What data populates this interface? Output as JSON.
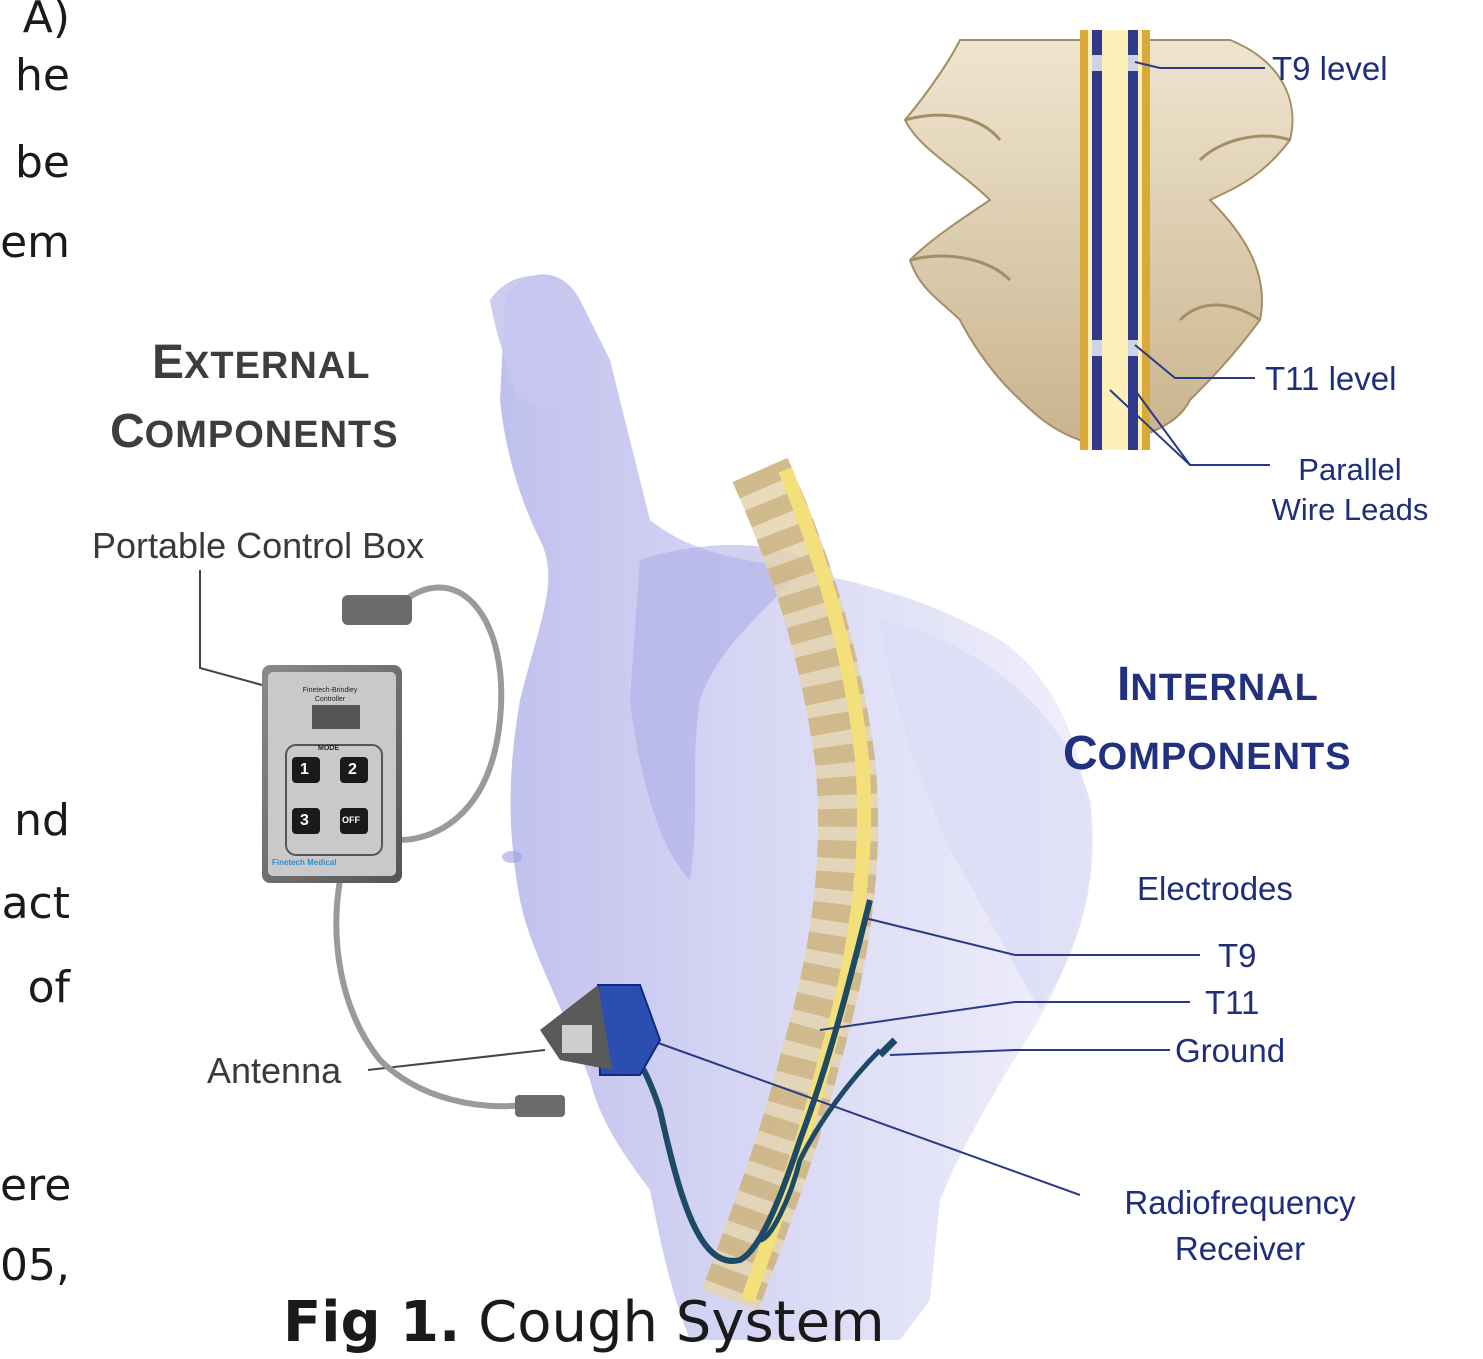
{
  "margin_text": [
    "A)",
    "he",
    "be",
    "em",
    "nd",
    "act",
    "of",
    "ere",
    "05,"
  ],
  "headings": {
    "external_line1_first": "E",
    "external_line1_rest": "XTERNAL",
    "external_line2_first": "C",
    "external_line2_rest": "OMPONENTS",
    "internal_line1_first": "I",
    "internal_line1_rest": "NTERNAL",
    "internal_line2_first": "C",
    "internal_line2_rest": "OMPONENTS"
  },
  "labels": {
    "portable_control_box": "Portable Control Box",
    "antenna": "Antenna",
    "t9_level": "T9 level",
    "t11_level": "T11 level",
    "parallel": "Parallel",
    "wire_leads": "Wire Leads",
    "electrodes": "Electrodes",
    "t9": "T9",
    "t11": "T11",
    "ground": "Ground",
    "radiofrequency": "Radiofrequency",
    "receiver": "Receiver"
  },
  "control_box": {
    "brand_line1": "Finetech-Brindley",
    "brand_line2": "Controller",
    "mode": "MODE",
    "btn1": "1",
    "btn2": "2",
    "btn3": "3",
    "btn_off": "OFF",
    "logo": "Finetech Medical"
  },
  "caption": {
    "prefix": "Fig 1.",
    "text": "Cough System"
  }
}
